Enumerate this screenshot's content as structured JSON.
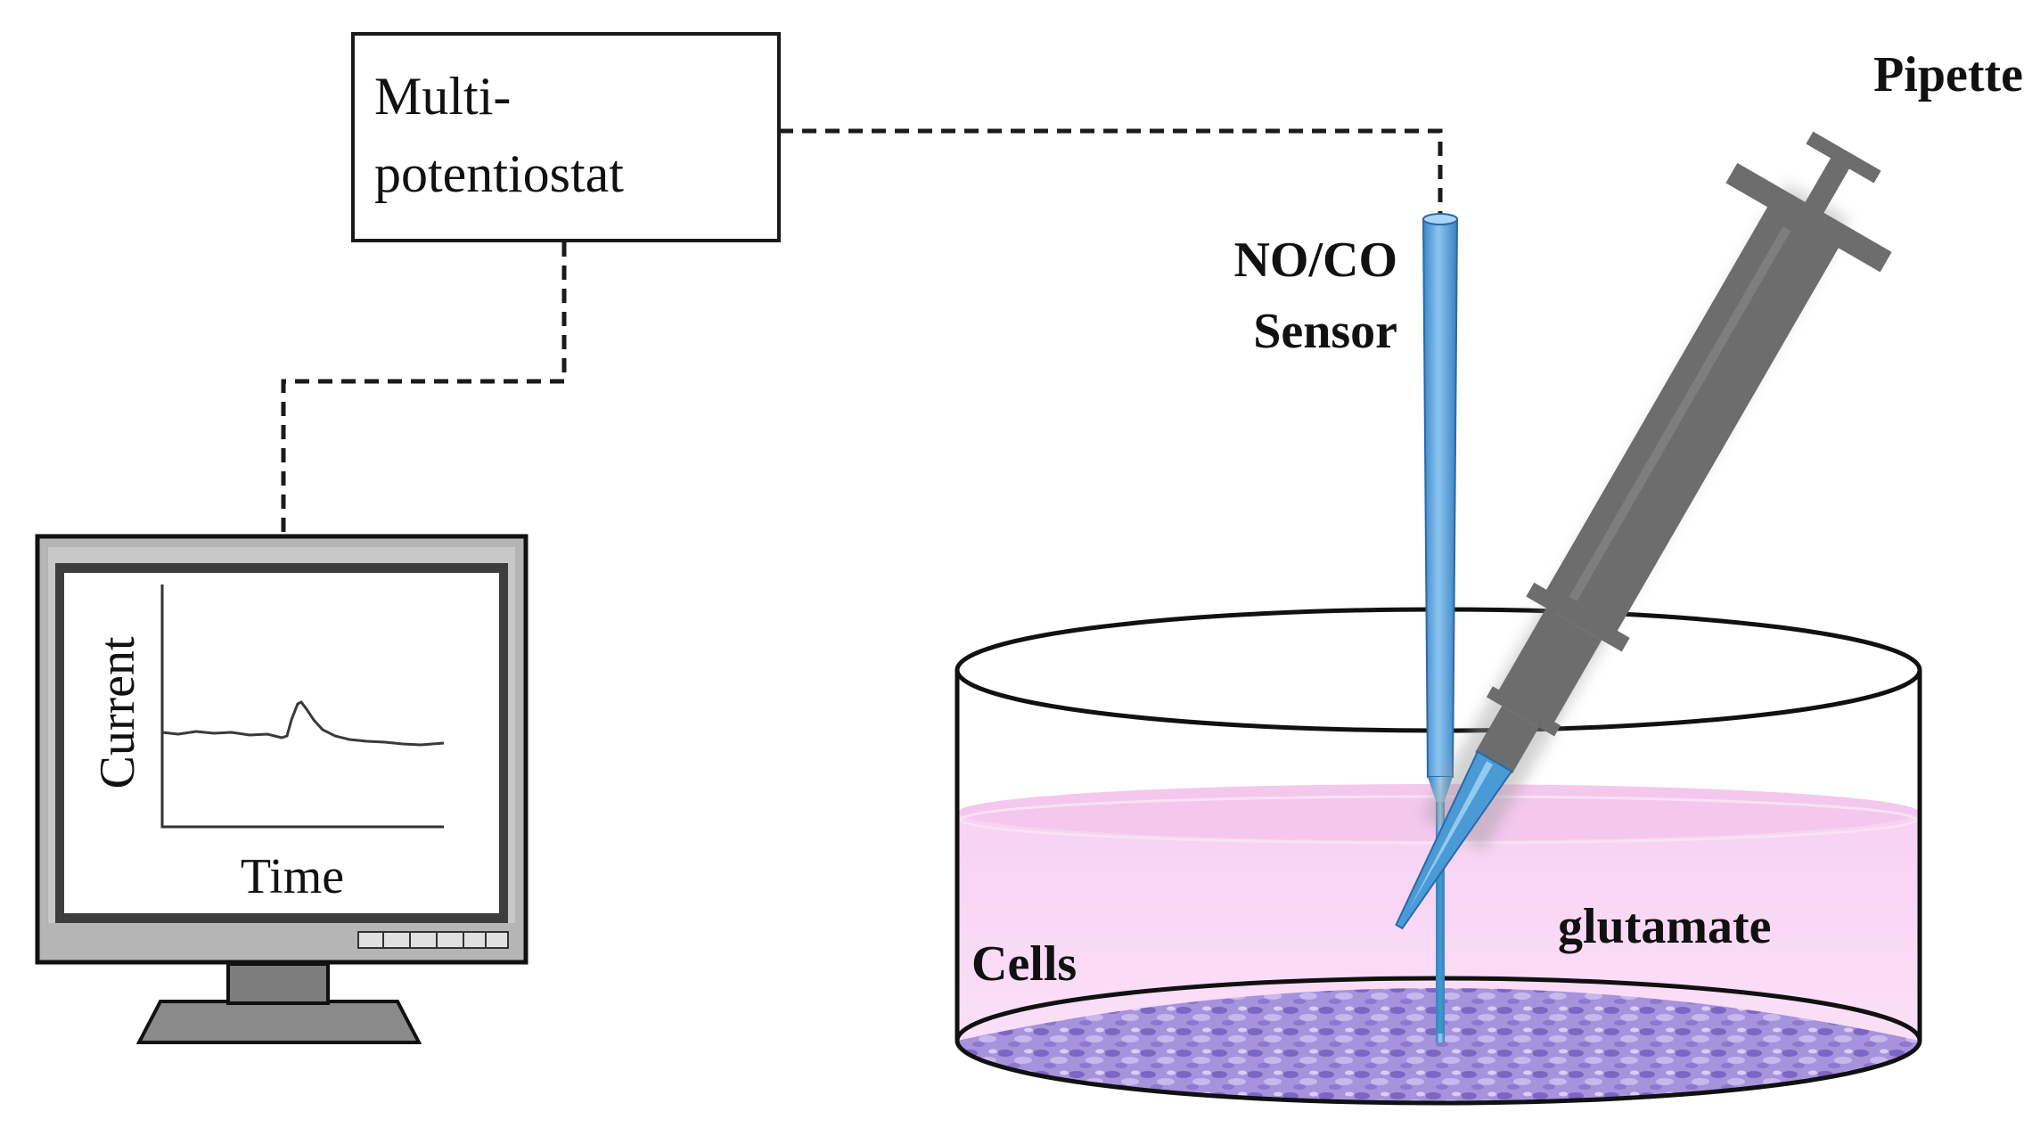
{
  "potentiostat": {
    "line1": "Multi-",
    "line2": "potentiostat"
  },
  "sensor": {
    "line1": "NO/CO",
    "line2": "Sensor"
  },
  "pipette": {
    "label": "Pipette"
  },
  "glutamate": {
    "label": "glutamate"
  },
  "cells": {
    "label": "Cells"
  },
  "monitor": {
    "ylabel": "Current",
    "xlabel": "Time"
  },
  "colors": {
    "sensor_blue": "#5aa6e0",
    "pipette_gray": "#6e6e6e",
    "medium_pink": "#f7d6f2",
    "cells_purple": "#9a84d6",
    "monitor_frame": "#9a9a9a"
  },
  "icons": [
    "desktop-monitor-icon",
    "petri-dish-icon",
    "pipette-icon",
    "electrode-sensor-icon"
  ]
}
